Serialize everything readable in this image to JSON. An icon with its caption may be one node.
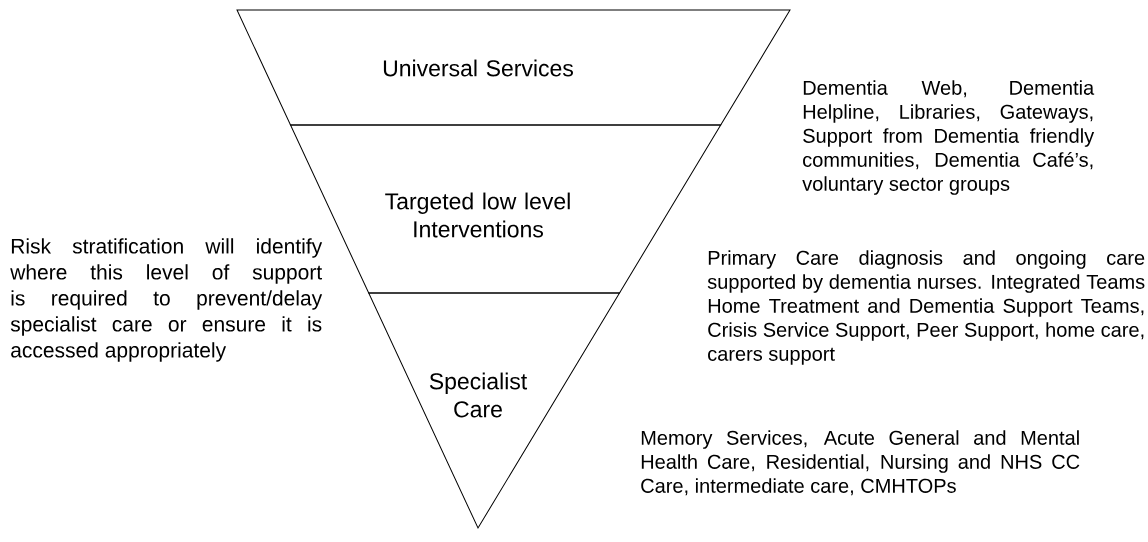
{
  "diagram": {
    "nodes": [
      {
        "text": [
          "Universal Services"
        ],
        "beside": [
          "Dementia Web, Dementia Helpline, Libraries, Gateways, Support from Dementia friendly communities, Dementia Café’s, voluntary sector groups"
        ]
      },
      {
        "text": [
          "Targeted low level Interventions"
        ],
        "beside": [
          "Primary Care diagnosis and ongoing care supported by dementia nurses. Integrated Teams Home Treatment and Dementia Support Teams, Crisis Service Support, Peer Support, home care, carers support"
        ]
      },
      {
        "text": [
          "Specialist Care"
        ],
        "beside": [
          "Memory Services, Acute General and Mental Health Care, Residential, Nursing and NHS CC Care, intermediate care, CMHTOPs"
        ]
      }
    ],
    "edges": [],
    "labels": [
      "Risk stratification will identify where this level of support is required to prevent/delay specialist care or ensure it is accessed appropriately"
    ]
  }
}
